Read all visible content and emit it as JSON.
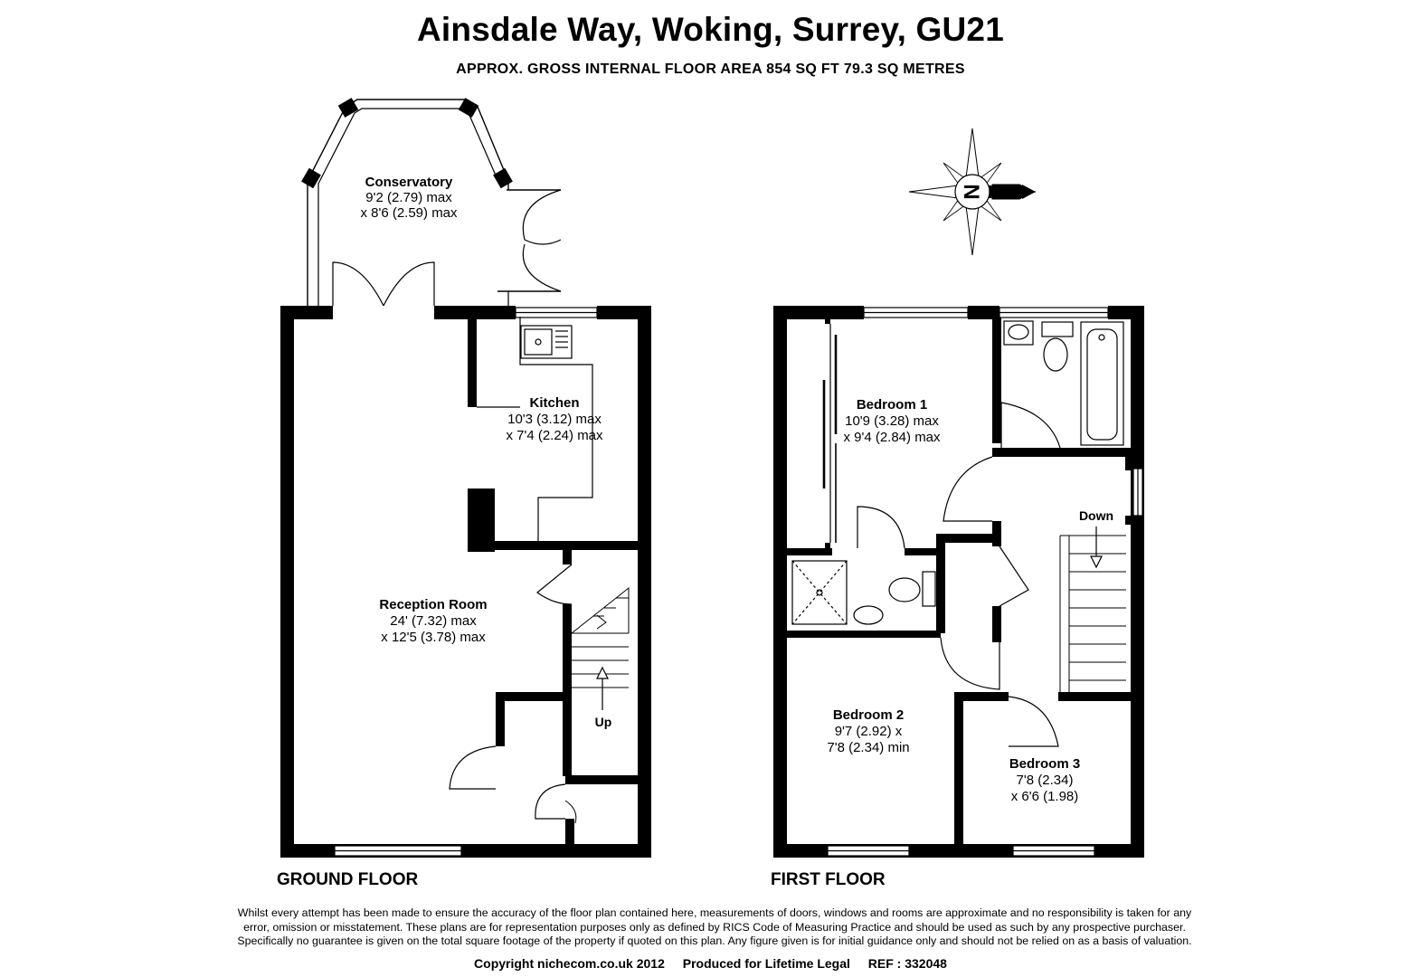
{
  "header": {
    "title": "Ainsdale Way, Woking, Surrey, GU21",
    "area": "APPROX. GROSS INTERNAL FLOOR AREA 854 SQ FT 79.3 SQ METRES"
  },
  "compass": {
    "letter": "N"
  },
  "ground_floor": {
    "label": "GROUND FLOOR",
    "rooms": {
      "conservatory": {
        "name": "Conservatory",
        "dim1": "9'2 (2.79) max",
        "dim2": "x 8'6 (2.59) max"
      },
      "kitchen": {
        "name": "Kitchen",
        "dim1": "10'3 (3.12) max",
        "dim2": "x 7'4 (2.24) max"
      },
      "reception": {
        "name": "Reception Room",
        "dim1": "24' (7.32) max",
        "dim2": "x 12'5 (3.78) max"
      }
    },
    "stairs_label": "Up"
  },
  "first_floor": {
    "label": "FIRST FLOOR",
    "rooms": {
      "bedroom1": {
        "name": "Bedroom 1",
        "dim1": "10'9 (3.28) max",
        "dim2": "x 9'4 (2.84) max"
      },
      "bedroom2": {
        "name": "Bedroom 2",
        "dim1": "9'7 (2.92) x",
        "dim2": "7'8 (2.34) min"
      },
      "bedroom3": {
        "name": "Bedroom 3",
        "dim1": "7'8 (2.34)",
        "dim2": "x 6'6 (1.98)"
      }
    },
    "stairs_label": "Down"
  },
  "disclaimer": {
    "line1": "Whilst every attempt has been made to ensure the accuracy of the floor plan contained here, measurements of doors, windows and rooms are approximate and no responsibility is taken for any",
    "line2": "error, omission or misstatement. These plans are for representation purposes only as defined by RICS Code of Measuring Practice and should be used as such by any prospective purchaser.",
    "line3": "Specifically no guarantee is given on the total square footage of the property if quoted on this plan. Any figure given is for initial guidance only and should not be relied on as a basis of valuation."
  },
  "footer": {
    "copyright": "Copyright nichecom.co.uk 2012",
    "produced": "Produced for Lifetime Legal",
    "ref": "REF : 332048"
  }
}
